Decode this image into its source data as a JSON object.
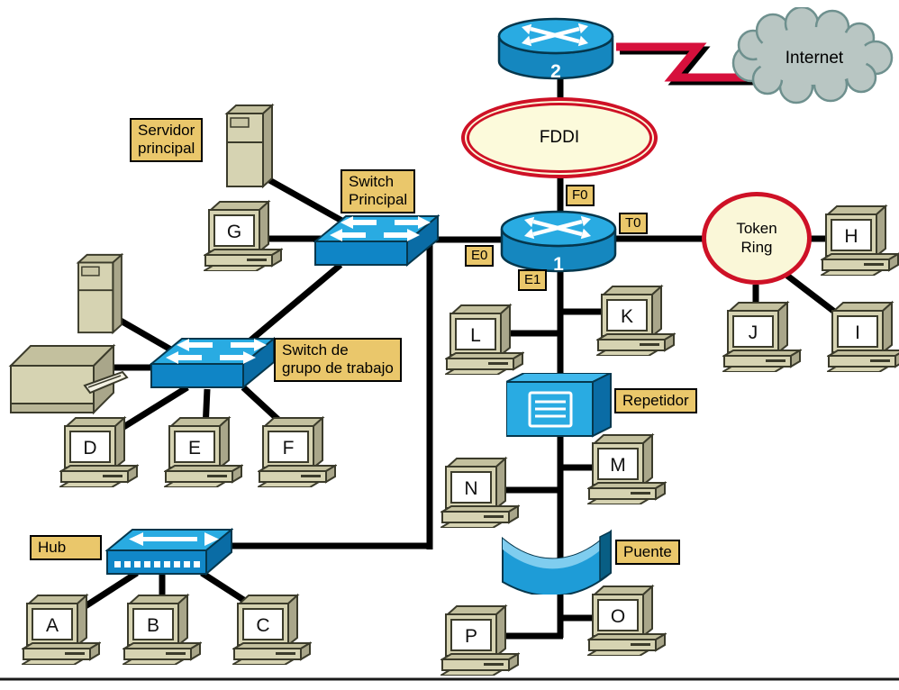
{
  "diagram": {
    "internet_label": "Internet",
    "fddi_label": "FDDI",
    "token_ring_label": [
      "Token",
      "Ring"
    ],
    "router1_label": "1",
    "router2_label": "2"
  },
  "boxes": {
    "servidor_principal": [
      "Servidor",
      "principal"
    ],
    "switch_principal": [
      "Switch",
      "Principal"
    ],
    "switch_grupo": [
      "Switch de",
      "grupo de trabajo"
    ],
    "hub": "Hub",
    "repetidor": "Repetidor",
    "puente": "Puente"
  },
  "ports": {
    "f0": "F0",
    "t0": "T0",
    "e0": "E0",
    "e1": "E1"
  },
  "computers": [
    {
      "id": "A",
      "label": "A"
    },
    {
      "id": "B",
      "label": "B"
    },
    {
      "id": "C",
      "label": "C"
    },
    {
      "id": "D",
      "label": "D"
    },
    {
      "id": "E",
      "label": "E"
    },
    {
      "id": "F",
      "label": "F"
    },
    {
      "id": "G",
      "label": "G"
    },
    {
      "id": "H",
      "label": "H"
    },
    {
      "id": "I",
      "label": "I"
    },
    {
      "id": "J",
      "label": "J"
    },
    {
      "id": "K",
      "label": "K"
    },
    {
      "id": "L",
      "label": "L"
    },
    {
      "id": "M",
      "label": "M"
    },
    {
      "id": "N",
      "label": "N"
    },
    {
      "id": "O",
      "label": "O"
    },
    {
      "id": "P",
      "label": "P"
    }
  ],
  "colors": {
    "device_blue": "#29ABE2",
    "device_blue_mid": "#1187C8",
    "device_blue_dark": "#0A6CA5",
    "label_tan": "#EAC76B",
    "ring_cream": "#FBF7D8",
    "ring_red": "#CE1126",
    "cloud_gray": "#B9C6C3",
    "computer_beige": "#D6D3B2",
    "link_black": "#000000",
    "wan_red": "#D6103C"
  },
  "connections": [
    {
      "from": "router-2",
      "to": "internet-cloud",
      "type": "wan-serial-red"
    },
    {
      "from": "router-2",
      "to": "fddi-ring"
    },
    {
      "from": "fddi-ring",
      "to": "router-1",
      "port": "F0"
    },
    {
      "from": "router-1",
      "to": "token-ring",
      "port": "T0"
    },
    {
      "from": "token-ring",
      "to": "computer-H"
    },
    {
      "from": "token-ring",
      "to": "computer-I"
    },
    {
      "from": "token-ring",
      "to": "computer-J"
    },
    {
      "from": "router-1",
      "to": "switch-principal",
      "port": "E0"
    },
    {
      "from": "router-1",
      "to": "ethernet-trunk",
      "port": "E1"
    },
    {
      "from": "ethernet-trunk",
      "to": "computer-K"
    },
    {
      "from": "ethernet-trunk",
      "to": "computer-L"
    },
    {
      "from": "ethernet-trunk",
      "to": "repetidor"
    },
    {
      "from": "repetidor",
      "to": "computer-M"
    },
    {
      "from": "repetidor",
      "to": "computer-N"
    },
    {
      "from": "repetidor",
      "to": "puente"
    },
    {
      "from": "puente",
      "to": "computer-O"
    },
    {
      "from": "puente",
      "to": "computer-P"
    },
    {
      "from": "switch-principal",
      "to": "servidor-principal"
    },
    {
      "from": "switch-principal",
      "to": "computer-G"
    },
    {
      "from": "switch-principal",
      "to": "switch-grupo-trabajo"
    },
    {
      "from": "switch-principal",
      "to": "hub"
    },
    {
      "from": "switch-grupo-trabajo",
      "to": "servidor-2"
    },
    {
      "from": "switch-grupo-trabajo",
      "to": "impresora"
    },
    {
      "from": "switch-grupo-trabajo",
      "to": "computer-D"
    },
    {
      "from": "switch-grupo-trabajo",
      "to": "computer-E"
    },
    {
      "from": "switch-grupo-trabajo",
      "to": "computer-F"
    },
    {
      "from": "hub",
      "to": "computer-A"
    },
    {
      "from": "hub",
      "to": "computer-B"
    },
    {
      "from": "hub",
      "to": "computer-C"
    }
  ]
}
